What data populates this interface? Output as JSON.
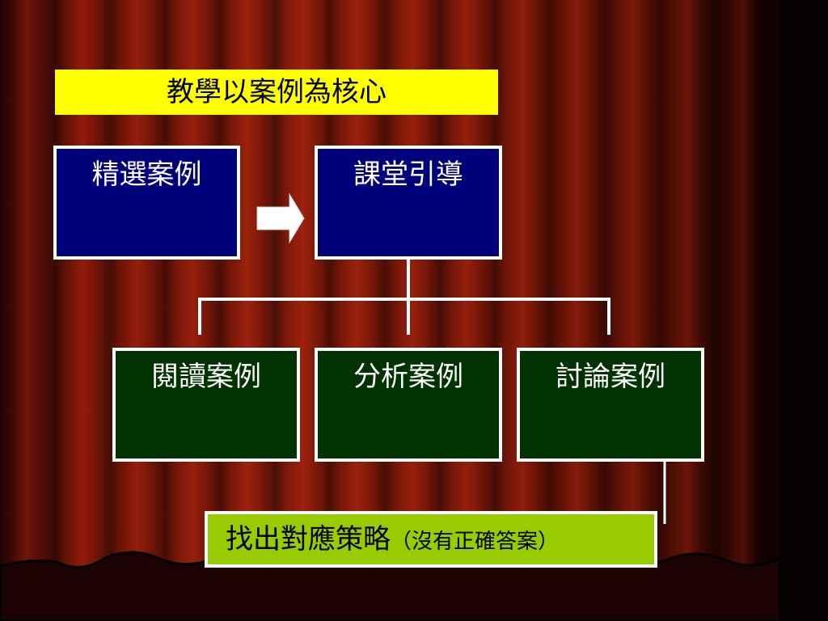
{
  "title": "教學以案例為核心",
  "boxes": {
    "select_cases": "精選案例",
    "class_guidance": "課堂引導",
    "read_cases": "閱讀案例",
    "analyze_cases": "分析案例",
    "discuss_cases": "討論案例"
  },
  "note": {
    "main": "找出對應策略",
    "paren": "（沒有正確答案）"
  },
  "colors": {
    "title_bg": "#ffff00",
    "top_box_bg": "#00007a",
    "bottom_box_bg": "#003300",
    "note_bg": "#99cc00",
    "curtain": "#7a1608"
  }
}
